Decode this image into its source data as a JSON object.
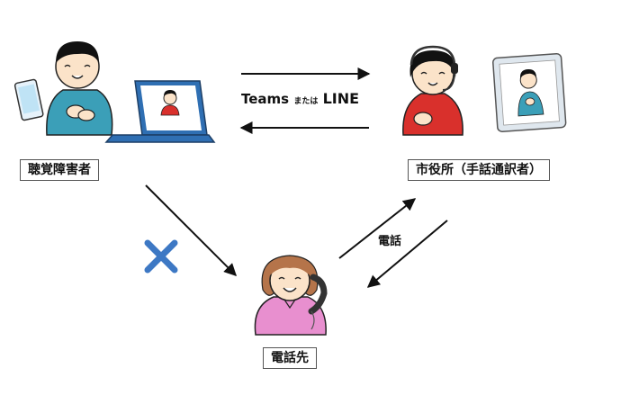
{
  "labels": {
    "deaf_person": "聴覚障害者",
    "city_hall": "市役所（手話通訳者）",
    "callee": "電話先"
  },
  "channel": {
    "app1": "Teams",
    "joiner": "または",
    "app2": "LINE"
  },
  "phone_label": "電話",
  "colors": {
    "arrow": "#111111",
    "cross": "#3d78c4",
    "shirt_teal": "#3b9fb8",
    "shirt_red": "#d9302c",
    "shirt_pink": "#e88fcf",
    "laptop": "#2f6fb3",
    "skin": "#fbe3c9"
  }
}
